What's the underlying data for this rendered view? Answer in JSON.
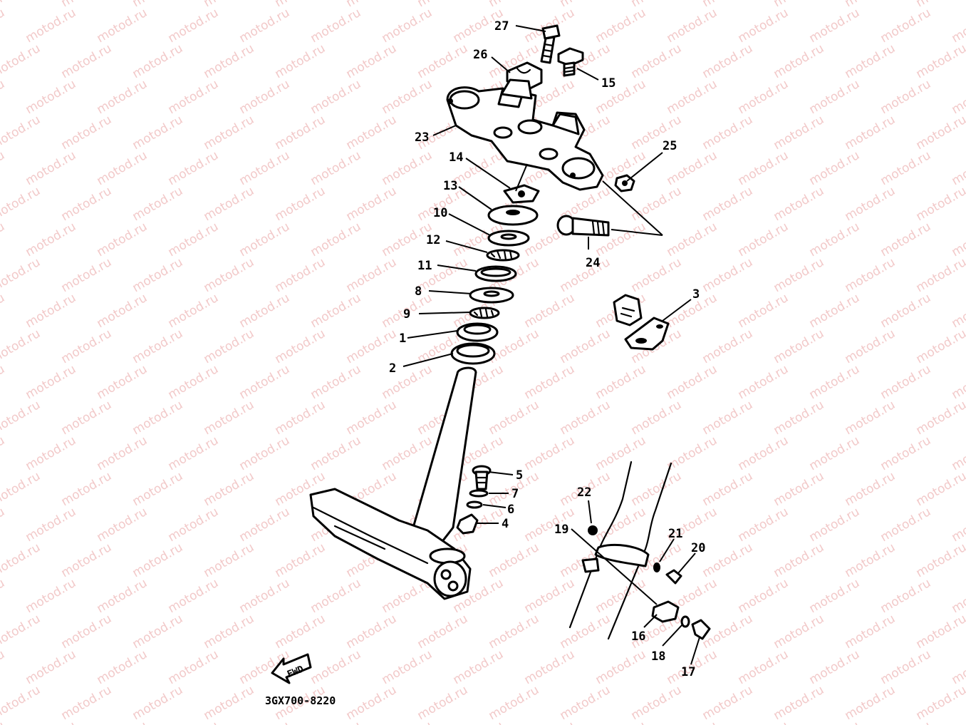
{
  "diagram": {
    "part_code": "3GX700-8220",
    "fwd_label": "FWD",
    "watermark": "motod.ru",
    "callouts": [
      {
        "id": "27",
        "label": "27"
      },
      {
        "id": "26",
        "label": "26"
      },
      {
        "id": "15",
        "label": "15"
      },
      {
        "id": "23",
        "label": "23"
      },
      {
        "id": "25",
        "label": "25"
      },
      {
        "id": "14",
        "label": "14"
      },
      {
        "id": "13",
        "label": "13"
      },
      {
        "id": "10",
        "label": "10"
      },
      {
        "id": "12",
        "label": "12"
      },
      {
        "id": "11",
        "label": "11"
      },
      {
        "id": "8",
        "label": "8"
      },
      {
        "id": "9",
        "label": "9"
      },
      {
        "id": "1",
        "label": "1"
      },
      {
        "id": "2",
        "label": "2"
      },
      {
        "id": "24",
        "label": "24"
      },
      {
        "id": "3",
        "label": "3"
      },
      {
        "id": "5",
        "label": "5"
      },
      {
        "id": "7",
        "label": "7"
      },
      {
        "id": "6",
        "label": "6"
      },
      {
        "id": "4",
        "label": "4"
      },
      {
        "id": "22",
        "label": "22"
      },
      {
        "id": "19",
        "label": "19"
      },
      {
        "id": "21",
        "label": "21"
      },
      {
        "id": "20",
        "label": "20"
      },
      {
        "id": "16",
        "label": "16"
      },
      {
        "id": "18",
        "label": "18"
      },
      {
        "id": "17",
        "label": "17"
      }
    ]
  }
}
